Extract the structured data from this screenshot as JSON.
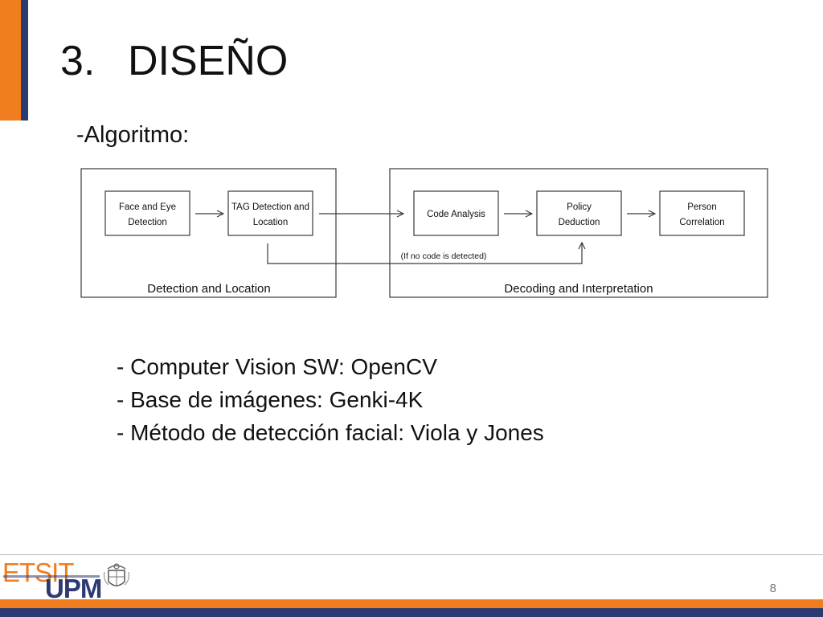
{
  "slide": {
    "number": "3.",
    "title": "DISEÑO",
    "subtitle": "-Algoritmo:",
    "page_number": "8"
  },
  "diagram": {
    "groups": [
      {
        "label": "Detection and Location"
      },
      {
        "label": "Decoding and Interpretation"
      }
    ],
    "nodes": [
      {
        "line1": "Face and Eye",
        "line2": "Detection"
      },
      {
        "line1": "TAG Detection and",
        "line2": "Location"
      },
      {
        "line1": "Code Analysis",
        "line2": ""
      },
      {
        "line1": "Policy",
        "line2": "Deduction"
      },
      {
        "line1": "Person",
        "line2": "Correlation"
      }
    ],
    "bypass_label": "(If no code is detected)"
  },
  "bullets": [
    "- Computer Vision SW: OpenCV",
    "- Base de imágenes: Genki-4K",
    "- Método de detección facial: Viola y Jones"
  ],
  "branding": {
    "logo_text_1": "ETSIT",
    "logo_text_2": "UPM",
    "crest_icon": "university-crest-icon"
  },
  "colors": {
    "accent_orange": "#f07d1e",
    "accent_navy": "#2c3a72",
    "diagram_stroke": "#3a3a3a"
  }
}
